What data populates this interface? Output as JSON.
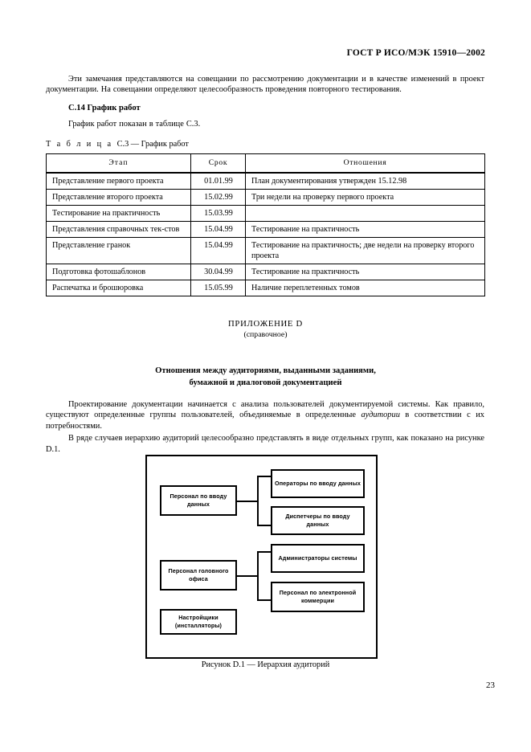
{
  "document": {
    "header": "ГОСТ Р ИСО/МЭК 15910—2002",
    "page_number": "23"
  },
  "intro": {
    "paragraph": "Эти замечания представляются на совещании по рассмотрению документации и в качестве изменений в проект документации. На совещании определяют целесообразность проведения повторного тестирования.",
    "section_heading": "С.14 График работ",
    "section_text": "График работ показан в таблице С.3."
  },
  "table": {
    "caption_label": "Т а б л и ц а",
    "caption_text": "С.3 — График работ",
    "columns": [
      "Этап",
      "Срок",
      "Отношения"
    ],
    "rows": [
      {
        "stage": "Представление первого проекта",
        "date": "01.01.99",
        "relation": "План документирования утвержден 15.12.98"
      },
      {
        "stage": "Представление второго проекта",
        "date": "15.02.99",
        "relation": "Три недели на проверку первого проекта"
      },
      {
        "stage": "Тестирование на практичность",
        "date": "15.03.99",
        "relation": ""
      },
      {
        "stage": "Представления справочных тек-стов",
        "date": "15.04.99",
        "relation": "Тестирование на практичность"
      },
      {
        "stage": "Представление гранок",
        "date": "15.04.99",
        "relation": "Тестирование на практичность; две недели на проверку второго проекта"
      },
      {
        "stage": "Подготовка фотошаблонов",
        "date": "30.04.99",
        "relation": "Тестирование на практичность"
      },
      {
        "stage": "Распечатка и брошюровка",
        "date": "15.05.99",
        "relation": "Наличие переплетенных томов"
      }
    ]
  },
  "appendix": {
    "title": "ПРИЛОЖЕНИЕ D",
    "subtitle": "(справочное)",
    "heading_line1": "Отношения между аудиториями, выданными заданиями,",
    "heading_line2": "бумажной и диалоговой документацией",
    "paragraph1_a": "Проектирование документации начинается с анализа пользователей документируемой системы. Как правило, существуют определенные группы пользователей, объединяемые в определенные ",
    "paragraph1_italic": "аудитории",
    "paragraph1_b": " в соответствии с их потребностями.",
    "paragraph2": "В ряде случаев иерархию аудиторий целесообразно представлять в виде отдельных групп, как показано на рисунке D.1."
  },
  "figure": {
    "caption": "Рисунок D.1 — Иерархия аудиторий",
    "boxes": {
      "data_entry_personnel": "Персонал по вводу данных",
      "data_entry_operators": "Операторы по вводу данных",
      "data_entry_dispatchers": "Диспетчеры по вводу данных",
      "head_office_personnel": "Персонал головного офиса",
      "system_administrators": "Администраторы системы",
      "ecommerce_personnel": "Персонал по электронной коммерции",
      "installers": "Настройщики (инсталляторы)"
    }
  }
}
